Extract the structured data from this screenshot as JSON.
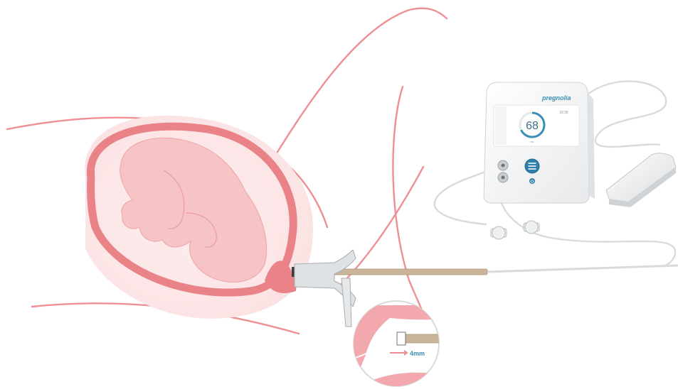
{
  "device": {
    "brand": "pregnolia",
    "time": "10:30",
    "reading_value": "68",
    "reading_unit": "ms",
    "gauge_fraction": 0.68
  },
  "inset": {
    "measurement_label": "4mm"
  },
  "colors": {
    "outline": "#ee8f94",
    "uterus_wall": "#ea8388",
    "fetus_fill": "#f6c4c6",
    "tissue_fill": "#fde8e8",
    "probe_tan": "#cbb59a",
    "device_shell": "#f3f4f5",
    "accent_teal": "#3b8fb5"
  },
  "icons": {
    "menu_button": "menu-icon",
    "power_button": "power-icon"
  }
}
